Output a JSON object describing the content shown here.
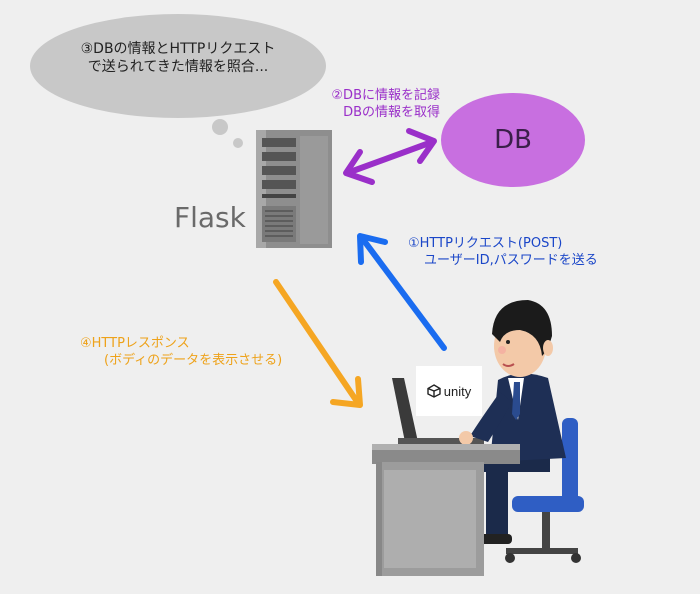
{
  "thought_bubble": {
    "line1": "③DBの情報とHTTPリクエスト",
    "line2": "で送られてきた情報を照合..."
  },
  "database": {
    "label": "DB"
  },
  "server": {
    "label": "Flask"
  },
  "arrow_db": {
    "line1": "②DBに情報を記録",
    "line2": "DBの情報を取得",
    "color": "#9a2fc9"
  },
  "arrow_request": {
    "line1": "①HTTPリクエスト(POST)",
    "line2": "ユーザーID,パスワードを送る",
    "color": "#1a6cf0"
  },
  "arrow_response": {
    "line1": "④HTTPレスポンス",
    "line2": "(ボディのデータを表示させる)",
    "color": "#f5a623"
  },
  "client": {
    "app_label": "unity"
  }
}
